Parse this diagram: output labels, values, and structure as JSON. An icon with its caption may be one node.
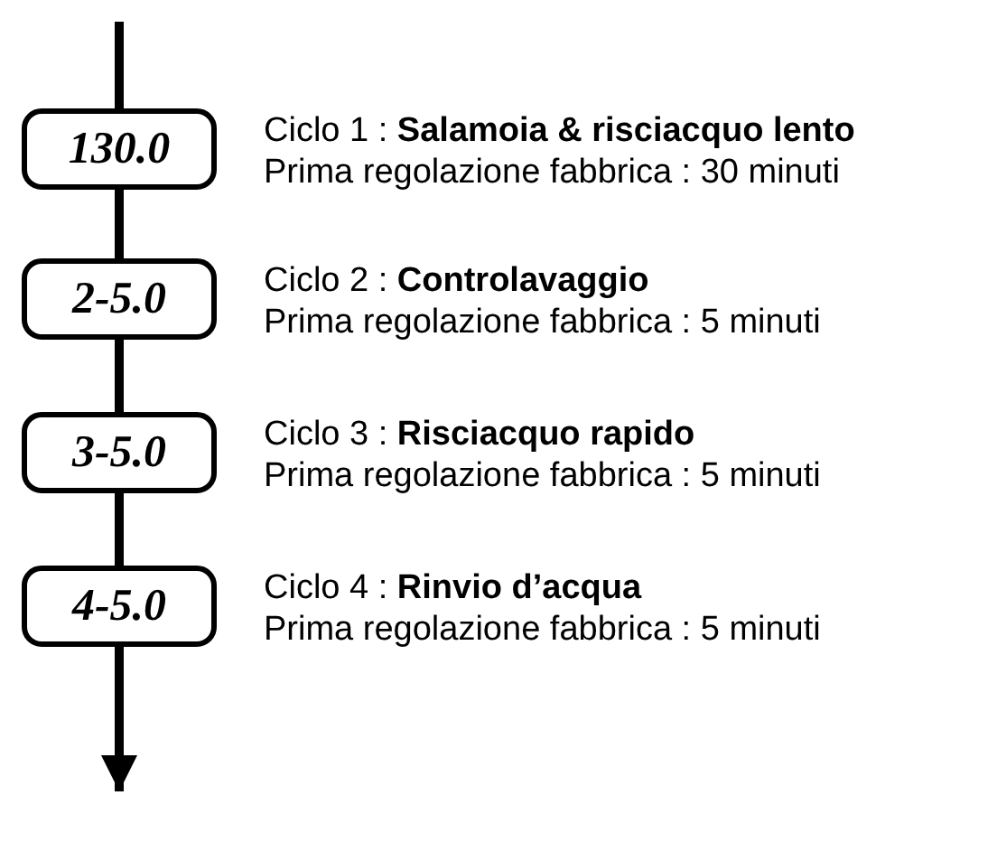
{
  "diagram": {
    "nodes": [
      {
        "text": [
          "130.0"
        ],
        "beside": [
          "Ciclo 1 : **Salamoia & risciacquo lento**",
          "Prima regolazione fabbrica : 30 minuti"
        ]
      },
      {
        "text": [
          "2-5.0"
        ],
        "beside": [
          "Ciclo 2 : **Controlavaggio**",
          "Prima regolazione fabbrica : 5 minuti"
        ]
      },
      {
        "text": [
          "3-5.0"
        ],
        "beside": [
          "Ciclo 3 : **Risciacquo rapido**",
          "Prima regolazione fabbrica : 5 minuti"
        ]
      },
      {
        "text": [
          "4-5.0"
        ],
        "beside": [
          "Ciclo 4 : **Rinvio d’acqua**",
          "Prima regolazione fabbrica : 5 minuti"
        ]
      }
    ],
    "edges": [
      {
        "from": null,
        "to": 0,
        "arrow": "none"
      },
      {
        "from": 0,
        "to": 1,
        "arrow": "none"
      },
      {
        "from": 1,
        "to": 2,
        "arrow": "none"
      },
      {
        "from": 2,
        "to": 3,
        "arrow": "none"
      },
      {
        "from": 3,
        "to": null,
        "arrow": "to"
      }
    ]
  }
}
